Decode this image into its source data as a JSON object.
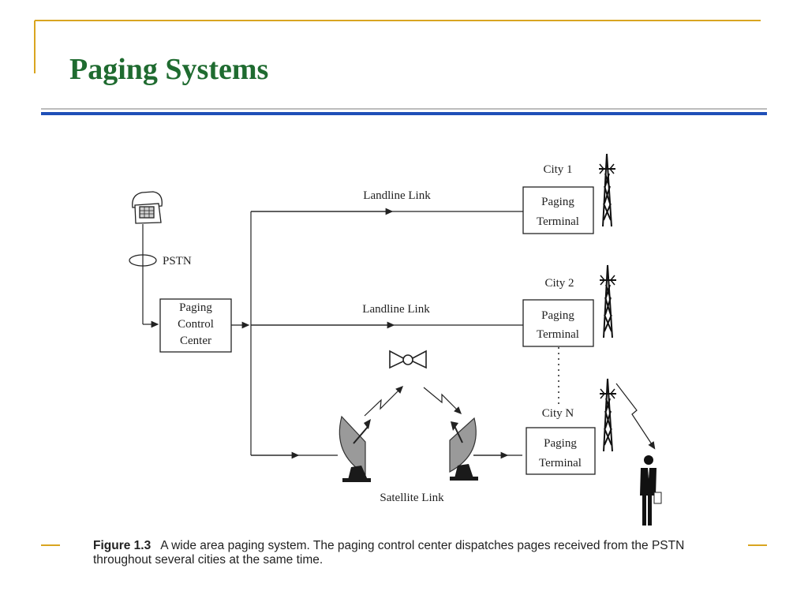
{
  "slide": {
    "title": "Paging Systems",
    "accent_gold": "#d9a520",
    "title_color": "#1f6b30",
    "rule_blue": "#1f4fb8"
  },
  "diagram": {
    "pstn_label": "PSTN",
    "control_center": [
      "Paging",
      "Control",
      "Center"
    ],
    "link_labels": {
      "landline_1": "Landline Link",
      "landline_2": "Landline Link",
      "satellite": "Satellite Link"
    },
    "cities": [
      {
        "name": "City 1",
        "terminal": [
          "Paging",
          "Terminal"
        ]
      },
      {
        "name": "City 2",
        "terminal": [
          "Paging",
          "Terminal"
        ]
      },
      {
        "name": "City N",
        "terminal": [
          "Paging",
          "Terminal"
        ]
      }
    ]
  },
  "caption": {
    "figure": "Figure 1.3",
    "text": "A wide area paging system. The paging control center dispatches pages received from the PSTN throughout several cities at the same time."
  }
}
